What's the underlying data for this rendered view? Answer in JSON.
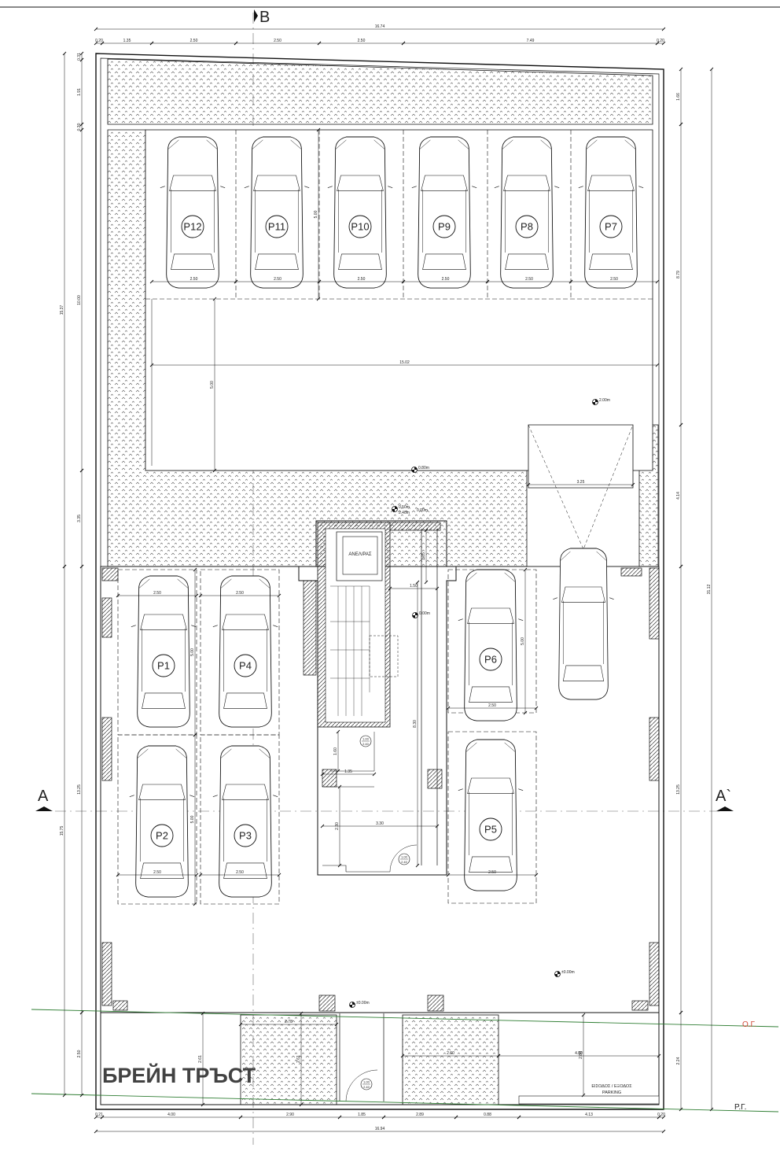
{
  "section_labels": {
    "b": "B",
    "a_left": "A",
    "a_right": "A`"
  },
  "parking_slots": [
    {
      "label": "P12"
    },
    {
      "label": "P11"
    },
    {
      "label": "P10"
    },
    {
      "label": "P9"
    },
    {
      "label": "P8"
    },
    {
      "label": "P7"
    },
    {
      "label": "P1"
    },
    {
      "label": "P4"
    },
    {
      "label": "P2"
    },
    {
      "label": "P3"
    },
    {
      "label": "P6"
    },
    {
      "label": "P5"
    }
  ],
  "room_labels": {
    "elevator": "ΑΝΕΛ/ΡΑΣ",
    "entrance_title": "ΕΙΣΟΔΟΣ / ΕΞΟΔΟΣ",
    "entrance_sub": "PARKING"
  },
  "levels": {
    "upper": "2.00m",
    "ramp_start": "0.80m",
    "stair_top": "0.50m",
    "stair_top2": "0.00m",
    "stair_mid": "2.40m",
    "core": "0.00m",
    "ground_right": "±0.00m",
    "ground_entry": "±0.00m"
  },
  "door_tags": [
    {
      "w": "1.00",
      "h": "2.40"
    },
    {
      "w": "1.00",
      "h": "2.40"
    },
    {
      "w": "1.00",
      "h": "2.40"
    }
  ],
  "line_labels": {
    "og": "Ο.Γ.",
    "rg": "Ρ.Γ."
  },
  "watermark": "БРЕЙН ТРЪСТ",
  "dimensions": {
    "top_total": "16.74",
    "top_segments": [
      "0.20",
      "1.35",
      "2.50",
      "2.50",
      "2.50",
      "7.49",
      "0.20"
    ],
    "bottom_segments": [
      "0.21",
      "4.00",
      "2.90",
      "1.85",
      "2.89",
      "0.88",
      "4.13",
      "0.20"
    ],
    "bottom_total": "16.94",
    "left_outer": [
      "15.37",
      "15.75"
    ],
    "left_inner": [
      "0.31",
      "1.91",
      "0.30",
      "10.00",
      "3.35",
      "13.25",
      "2.50"
    ],
    "right_outer": "31.12",
    "right_inner": [
      "1.66",
      "8.79",
      "4.14",
      "13.25",
      "2.24"
    ],
    "stall_width": "2.50",
    "stall_depth": "5.00",
    "ramp_width": "15.02",
    "ramp_depth": "5.00",
    "ramp_entry": "3.25",
    "core_dims": [
      "1.85",
      "1.50",
      "8.30",
      "3.30",
      "2.30",
      "1.35",
      "1.60"
    ],
    "entry_dims": [
      "2.78",
      "2.61",
      "2.61",
      "2.60",
      "4.80",
      "2.80"
    ]
  }
}
